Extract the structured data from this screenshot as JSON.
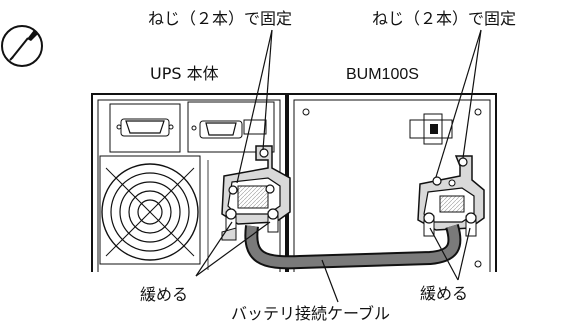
{
  "labels": {
    "screw_left": "ねじ（２本）で固定",
    "screw_right": "ねじ（２本）で固定",
    "ups_body": "UPS 本体",
    "bum_model": "BUM100S",
    "loosen_left": "緩める",
    "loosen_right": "緩める",
    "cable": "バッテリ接続ケーブル"
  },
  "icons": {
    "note": "screwdriver-icon"
  },
  "colors": {
    "line": "#111111",
    "cable_fill": "#7a7a7a",
    "bracket_fill": "#d9d9d9",
    "panel_fill": "#f2f2f2"
  }
}
